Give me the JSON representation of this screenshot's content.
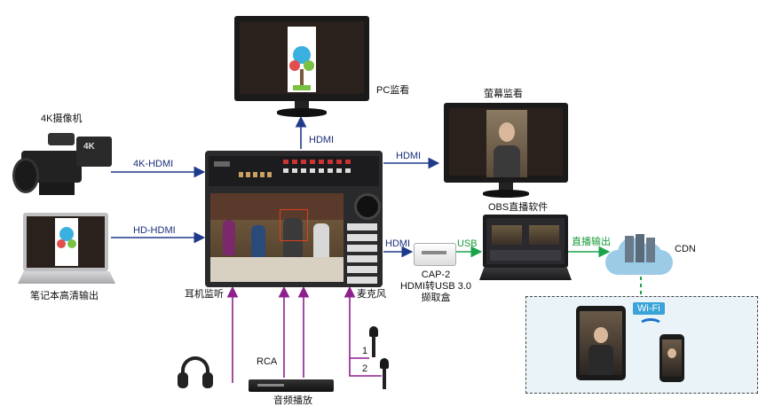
{
  "labels": {
    "pc_monitor": "PC监看",
    "screen_monitor": "萤幕监看",
    "camera_4k": "4K摄像机",
    "laptop": "笔记本高清输出",
    "hdmi_top": "HDMI",
    "hdmi_right_top": "HDMI",
    "hdmi_right_mid": "HDMI",
    "cam_hdmi": "4K-HDMI",
    "laptop_hdmi": "HD-HDMI",
    "usb": "USB",
    "live_out": "直播输出",
    "obs": "OBS直播软件",
    "cdn": "CDN",
    "cap_line1": "CAP-2",
    "cap_line2": "HDMI转USB 3.0",
    "cap_line3": "撷取盒",
    "headphone": "耳机监听",
    "mic": "麦克风",
    "rca": "RCA",
    "audio_play": "音频播放",
    "mic1": "1",
    "mic2": "2",
    "wifi": "Wi-Fi",
    "camera_badge": "4K"
  },
  "colors": {
    "blue_line": "#1f3a8a",
    "purple_line": "#8e1f8e",
    "green_line": "#19a34a",
    "wifi_badge": "#3aa4d8"
  }
}
